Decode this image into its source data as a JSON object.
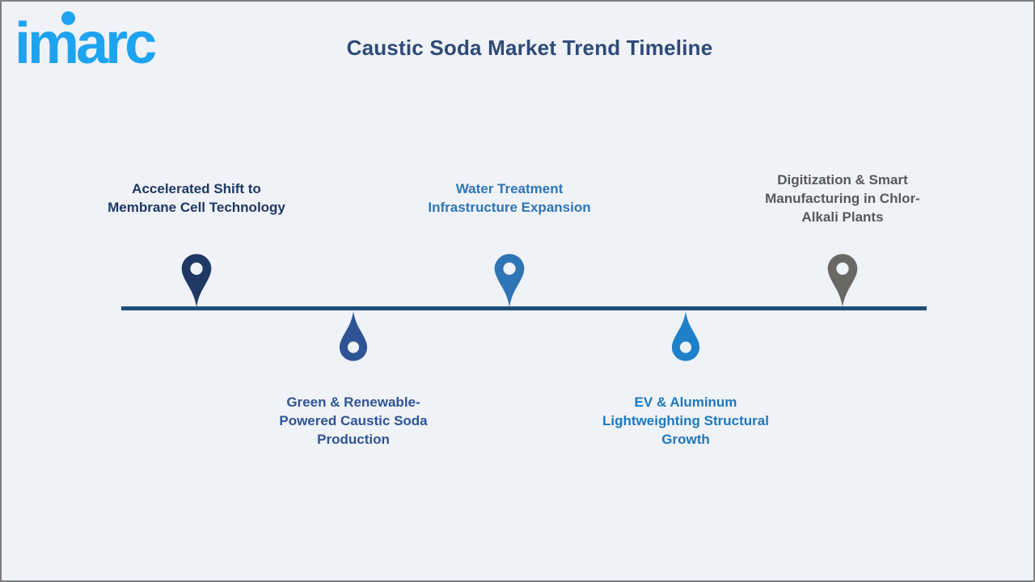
{
  "slide": {
    "background_color": "#EFF2F7",
    "border_color": "#7F7F7F"
  },
  "header": {
    "logo_text": "imarc",
    "logo_color": "#1EA3F1",
    "title": "Caustic Soda Market Trend Timeline",
    "title_color": "#2E4A77"
  },
  "timeline": {
    "line_color": "#1F4E79",
    "milestones": [
      {
        "id": "membrane-cell",
        "side": "top",
        "pin_icon": "map-pin",
        "pin_color": "#1F3864",
        "text_color": "#1F3864",
        "lines": [
          "Accelerated Shift to",
          "Membrane Cell Technology"
        ]
      },
      {
        "id": "water-treatment",
        "side": "top",
        "pin_icon": "map-pin",
        "pin_color": "#2E75B6",
        "text_color": "#2E75B6",
        "lines": [
          "Water Treatment",
          "Infrastructure Expansion"
        ]
      },
      {
        "id": "digitization",
        "side": "top",
        "pin_icon": "map-pin",
        "pin_color": "#6A6865",
        "text_color": "#595959",
        "lines": [
          "Digitization & Smart",
          "Manufacturing in Chlor-",
          "Alkali Plants"
        ]
      },
      {
        "id": "green-production",
        "side": "bottom",
        "pin_icon": "map-pin-inverted",
        "pin_color": "#2F5496",
        "text_color": "#2F5496",
        "lines": [
          "Green & Renewable-",
          "Powered Caustic Soda",
          "Production"
        ]
      },
      {
        "id": "ev-aluminum",
        "side": "bottom",
        "pin_icon": "map-pin-inverted",
        "pin_color": "#1E80C8",
        "text_color": "#1E78BE",
        "lines": [
          "EV & Aluminum",
          "Lightweighting Structural",
          "Growth"
        ]
      }
    ]
  }
}
